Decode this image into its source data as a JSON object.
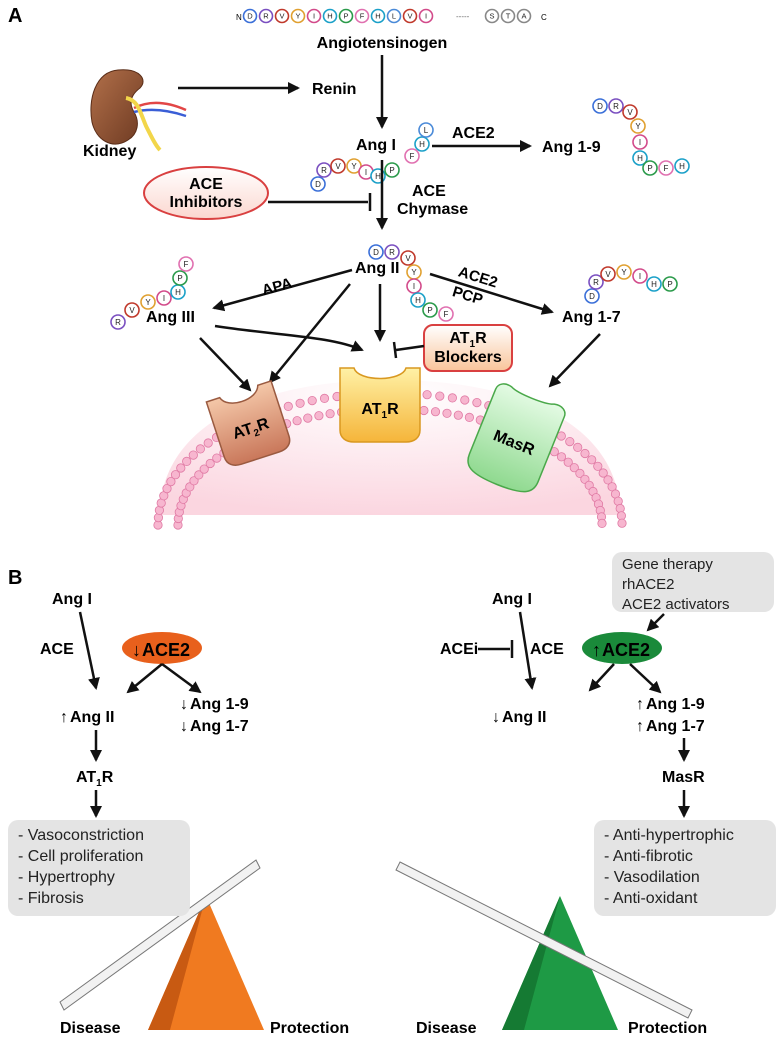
{
  "panel_a": {
    "label": "A",
    "angiotensinogen_sequence": [
      "D",
      "R",
      "V",
      "Y",
      "I",
      "H",
      "P",
      "F",
      "H",
      "L",
      "V",
      "I",
      "S",
      "T",
      "A"
    ],
    "seq_n": "N",
    "seq_c": "C",
    "seq_gap": "-----",
    "angiotensinogen": "Angiotensinogen",
    "kidney": "Kidney",
    "renin": "Renin",
    "ang1": "Ang I",
    "ace2_top": "ACE2",
    "ang19": "Ang 1-9",
    "ace_inhibitors_line1": "ACE",
    "ace_inhibitors_line2": "Inhibitors",
    "ace": "ACE",
    "chymase": "Chymase",
    "ang2": "Ang II",
    "apa": "APA",
    "ace2_mid": "ACE2",
    "pcp": "PCP",
    "ang3": "Ang III",
    "ang17": "Ang 1-7",
    "at1r_blockers_line1": "AT",
    "at1r_blockers_sub": "1",
    "at1r_blockers_r": "R",
    "at1r_blockers_line2": "Blockers",
    "at2r": "AT",
    "at2r_sub": "2",
    "at2r_r": "R",
    "at1r": "AT",
    "at1r_sub": "1",
    "at1r_r": "R",
    "masr": "MasR",
    "peptide_ang1_seq": [
      "D",
      "R",
      "V",
      "Y",
      "I",
      "H",
      "P",
      "F",
      "H",
      "L"
    ],
    "peptide_ang19_seq": [
      "D",
      "R",
      "V",
      "Y",
      "I",
      "H",
      "P",
      "F",
      "H"
    ],
    "peptide_ang2_seq": [
      "D",
      "R",
      "V",
      "Y",
      "I",
      "H",
      "P",
      "F"
    ],
    "peptide_ang3_seq": [
      "R",
      "V",
      "Y",
      "I",
      "H",
      "P",
      "F"
    ],
    "peptide_ang17_seq": [
      "D",
      "R",
      "V",
      "Y",
      "I",
      "H",
      "P"
    ]
  },
  "panel_b": {
    "label": "B",
    "left": {
      "ang1": "Ang I",
      "ace": "ACE",
      "ace2": "ACE2",
      "ang2": "Ang II",
      "ang19": "Ang 1-9",
      "ang17": "Ang 1-7",
      "receptor": "AT",
      "receptor_sub": "1",
      "receptor_r": "R",
      "effects": [
        "- Vasoconstriction",
        "- Cell proliferation",
        "- Hypertrophy",
        "- Fibrosis"
      ],
      "disease": "Disease",
      "protection": "Protection"
    },
    "right": {
      "therapy": [
        "Gene therapy",
        "rhACE2",
        "ACE2 activators"
      ],
      "ang1": "Ang I",
      "acei": "ACEi",
      "ace": "ACE",
      "ace2": "ACE2",
      "ang2": "Ang II",
      "ang19": "Ang 1-9",
      "ang17": "Ang 1-7",
      "receptor": "MasR",
      "effects": [
        "- Anti-hypertrophic",
        "- Anti-fibrotic",
        "- Vasodilation",
        "- Anti-oxidant"
      ],
      "disease": "Disease",
      "protection": "Protection"
    }
  },
  "colors": {
    "ace2_down": "#e8601c",
    "ace2_up": "#1a8a3a",
    "triangle_left": "#f07a20",
    "triangle_right": "#1e9a45",
    "inhibitor_fill": "#fde3de",
    "inhibitor_border": "#d94040",
    "membrane": "#f3a4c4"
  }
}
